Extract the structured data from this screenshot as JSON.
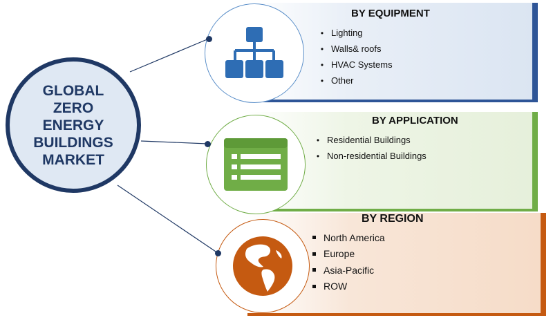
{
  "main": {
    "title": "GLOBAL ZERO ENERGY BUILDINGS MARKET"
  },
  "segments": [
    {
      "title": "BY EQUIPMENT",
      "icon": "hierarchy-icon",
      "color": "#2e5597",
      "items": [
        "Lighting",
        "Walls& roofs",
        "HVAC Systems",
        "Other"
      ]
    },
    {
      "title": "BY APPLICATION",
      "icon": "list-icon",
      "color": "#70ad47",
      "items": [
        "Residential Buildings",
        "Non-residential Buildings"
      ]
    },
    {
      "title": "BY REGION",
      "icon": "globe-icon",
      "color": "#c55a11",
      "items": [
        "North America",
        "Europe",
        "Asia-Pacific",
        "ROW"
      ]
    }
  ]
}
